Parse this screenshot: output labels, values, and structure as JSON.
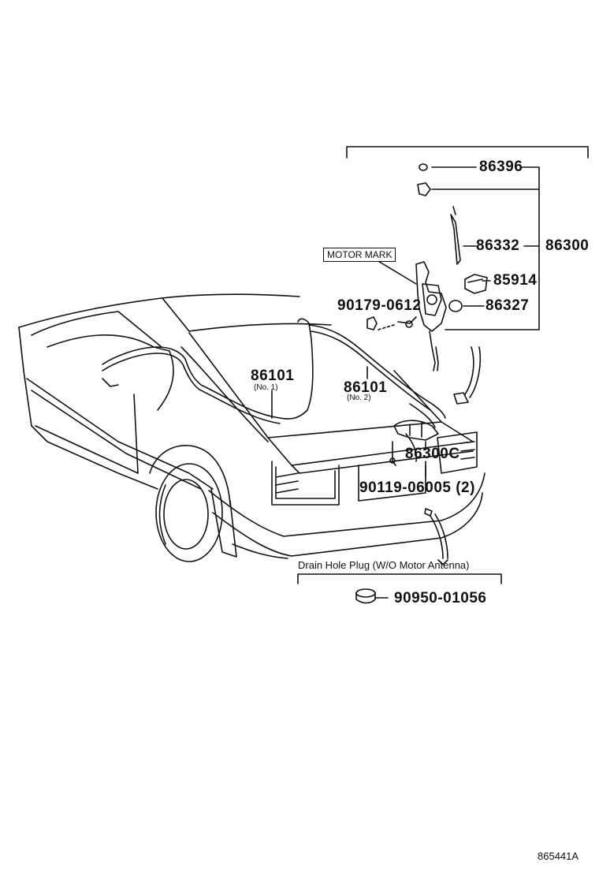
{
  "parts": {
    "p86396": "86396",
    "p86332": "86332",
    "p86300": "86300",
    "p85914": "85914",
    "p86327": "86327",
    "p90179": "90179-0612",
    "p86101_no1": "86101",
    "p86101_no1_sub": "(No. 1)",
    "p86101_no2": "86101",
    "p86101_no2_sub": "(No. 2)",
    "p86300c": "86300C",
    "p90119": "90119-06005 (2)",
    "p90950": "90950-01056"
  },
  "labels": {
    "motor_mark": "MOTOR MARK",
    "drain_hole_plug": "Drain Hole Plug (W/O Motor Antenna)"
  },
  "figure_ref": "865441A"
}
